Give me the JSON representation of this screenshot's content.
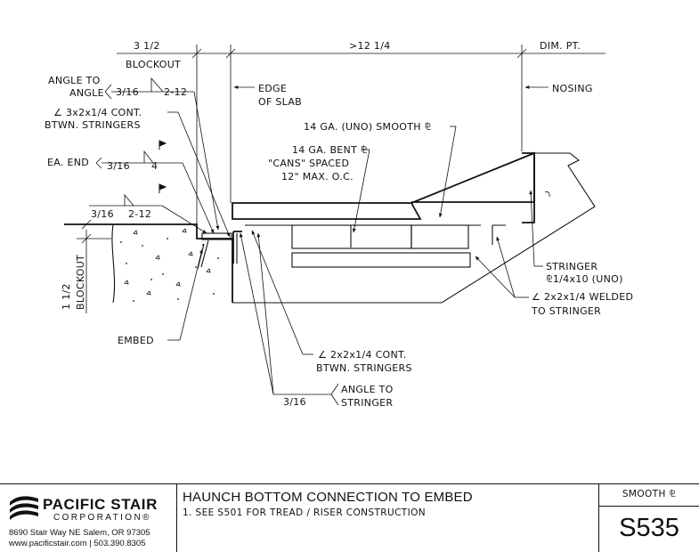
{
  "drawing": {
    "dim_blockout_width": "3 1/2",
    "dim_blockout_label": "BLOCKOUT",
    "dim_span": ">12 1/4",
    "dim_point": "DIM. PT.",
    "edge_of_slab_1": "EDGE",
    "edge_of_slab_2": "OF SLAB",
    "nosing": "NOSING",
    "angle_to_angle_1": "ANGLE TO",
    "angle_to_angle_2": "ANGLE",
    "weld_size_1": "3/16",
    "weld_length_1": "2-12",
    "cont_angle_1": "∠ 3x2x1/4 CONT.",
    "cont_angle_2": "BTWN. STRINGERS",
    "ea_end": "EA. END",
    "weld_size_2": "3/16",
    "weld_length_2": "4",
    "weld_size_3": "3/16",
    "weld_length_3": "2-12",
    "smooth_plate": "14 GA. (UNO) SMOOTH ⅊",
    "bent_plate_1": "14 GA. BENT ⅊",
    "bent_plate_2": "\"CANS\" SPACED",
    "bent_plate_3": "12\" MAX. O.C.",
    "vert_dim": "1 1/2",
    "vert_blockout": "BLOCKOUT",
    "embed": "EMBED",
    "stringer_1": "STRINGER",
    "stringer_2": "⅊1/4x10 (UNO)",
    "welded_angle_1": "∠ 2x2x1/4 WELDED",
    "welded_angle_2": "TO STRINGER",
    "cont_angle_b_1": "∠ 2x2x1/4 CONT.",
    "cont_angle_b_2": "BTWN. STRINGERS",
    "weld_size_4": "3/16",
    "angle_to_stringer_1": "ANGLE TO",
    "angle_to_stringer_2": "STRINGER"
  },
  "title_block": {
    "company_name": "PACIFIC STAIR",
    "company_sub": "CORPORATION",
    "registered": "®",
    "address": "8690 Stair Way NE Salem, OR 97305",
    "web_phone": "www.pacificstair.com  |  503.390.8305",
    "detail_title": "HAUNCH BOTTOM CONNECTION TO EMBED",
    "detail_note": "1.  SEE S501 FOR TREAD / RISER CONSTRUCTION",
    "series": "SMOOTH ⅊",
    "detail_number": "S535"
  }
}
